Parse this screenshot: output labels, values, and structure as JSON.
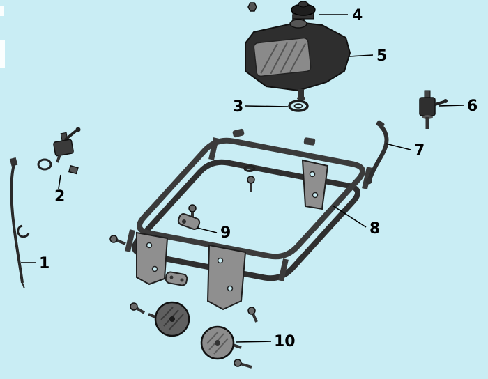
{
  "diagram": {
    "background_color": "#c9edf4",
    "ink_color": "#111111",
    "metal_gray": "#8f8f8f",
    "dark_part": "#2e2e2e",
    "labels": [
      {
        "text": "1"
      },
      {
        "text": "2"
      },
      {
        "text": "3"
      },
      {
        "text": "4"
      },
      {
        "text": "5"
      },
      {
        "text": "6"
      },
      {
        "text": "7"
      },
      {
        "text": "8"
      },
      {
        "text": "9"
      },
      {
        "text": "10"
      }
    ]
  }
}
